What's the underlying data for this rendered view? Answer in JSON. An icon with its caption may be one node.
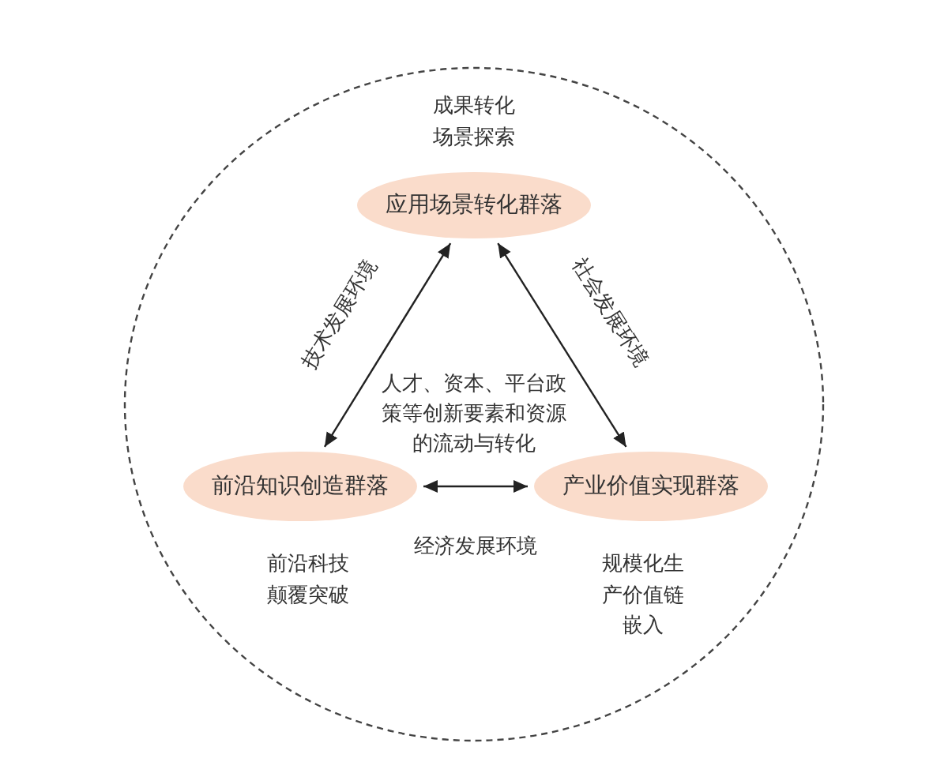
{
  "diagram": {
    "nodes": [
      {
        "text": [
          "应用场景转化群落"
        ],
        "beside": [
          "成果转化场景探索"
        ]
      },
      {
        "text": [
          "前沿知识创造群落"
        ],
        "beside": [
          "前沿科技颠覆突破"
        ]
      },
      {
        "text": [
          "产业价值实现群落"
        ],
        "beside": [
          "规模化生产价值链嵌入"
        ]
      }
    ],
    "edges": [
      {
        "from": 0,
        "to": 1,
        "arrow": "both",
        "label": "技术发展环境"
      },
      {
        "from": 0,
        "to": 2,
        "arrow": "both",
        "label": "社会发展环境"
      },
      {
        "from": 1,
        "to": 2,
        "arrow": "both",
        "label": "经济发展环境"
      }
    ],
    "labels": [
      "人才、资本、平台政策等创新要素和资源的流动与转化"
    ]
  }
}
